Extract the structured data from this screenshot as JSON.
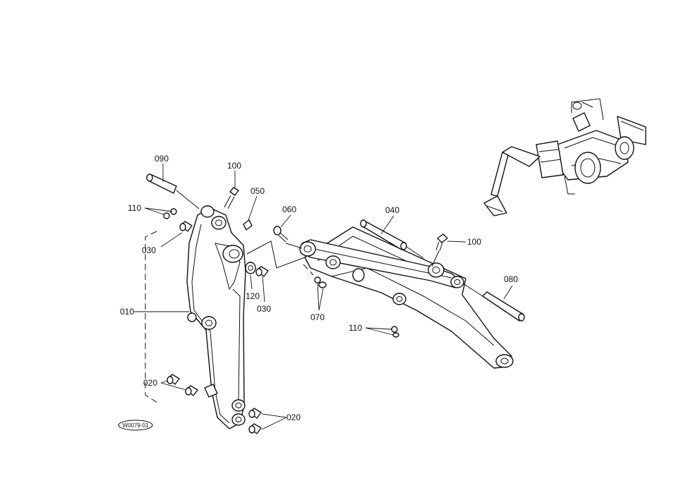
{
  "callouts": {
    "c090": "090",
    "c100a": "100",
    "c050": "050",
    "c110a": "110",
    "c030a": "030",
    "c060": "060",
    "c040": "040",
    "c100b": "100",
    "c120": "120",
    "c030b": "030",
    "c070": "070",
    "c080": "080",
    "c010": "010",
    "c110b": "110",
    "c020a": "020",
    "c020b": "020"
  },
  "figure_code": "W0079-01"
}
